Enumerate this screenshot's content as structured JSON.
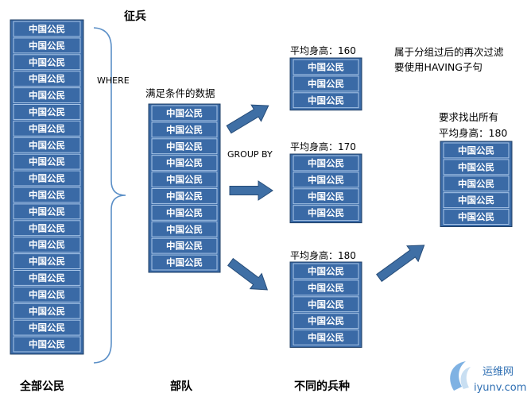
{
  "title": "征兵",
  "citizen_label": "中国公民",
  "columns": {
    "all": {
      "caption": "全部公民",
      "count": 20
    },
    "army": {
      "caption": "部队",
      "count": 10,
      "note": "满足条件的数据"
    },
    "branches": {
      "caption": "不同的兵种",
      "groups": [
        {
          "label": "平均身高：160",
          "count": 3
        },
        {
          "label": "平均身高：170",
          "count": 4
        },
        {
          "label": "平均身高：180",
          "count": 5
        }
      ]
    },
    "result": {
      "line1": "要求找出所有",
      "line2": "平均身高：180",
      "count": 5
    }
  },
  "where_label": "WHERE",
  "group_by_label": "GROUP BY",
  "having_note": {
    "line1": "属于分组过后的再次过滤",
    "line2": "要使用HAVING子句"
  },
  "watermark": {
    "text": "运维网",
    "url": "iyunv.com"
  },
  "colors": {
    "box_fill": "#3a6aa6",
    "box_stroke": "#1f3f66",
    "arrow_fill": "#3f6fa5",
    "arrow_stroke": "#274d79",
    "brace": "#5b8fc7",
    "watermark_blue": "#2f6fb3"
  }
}
